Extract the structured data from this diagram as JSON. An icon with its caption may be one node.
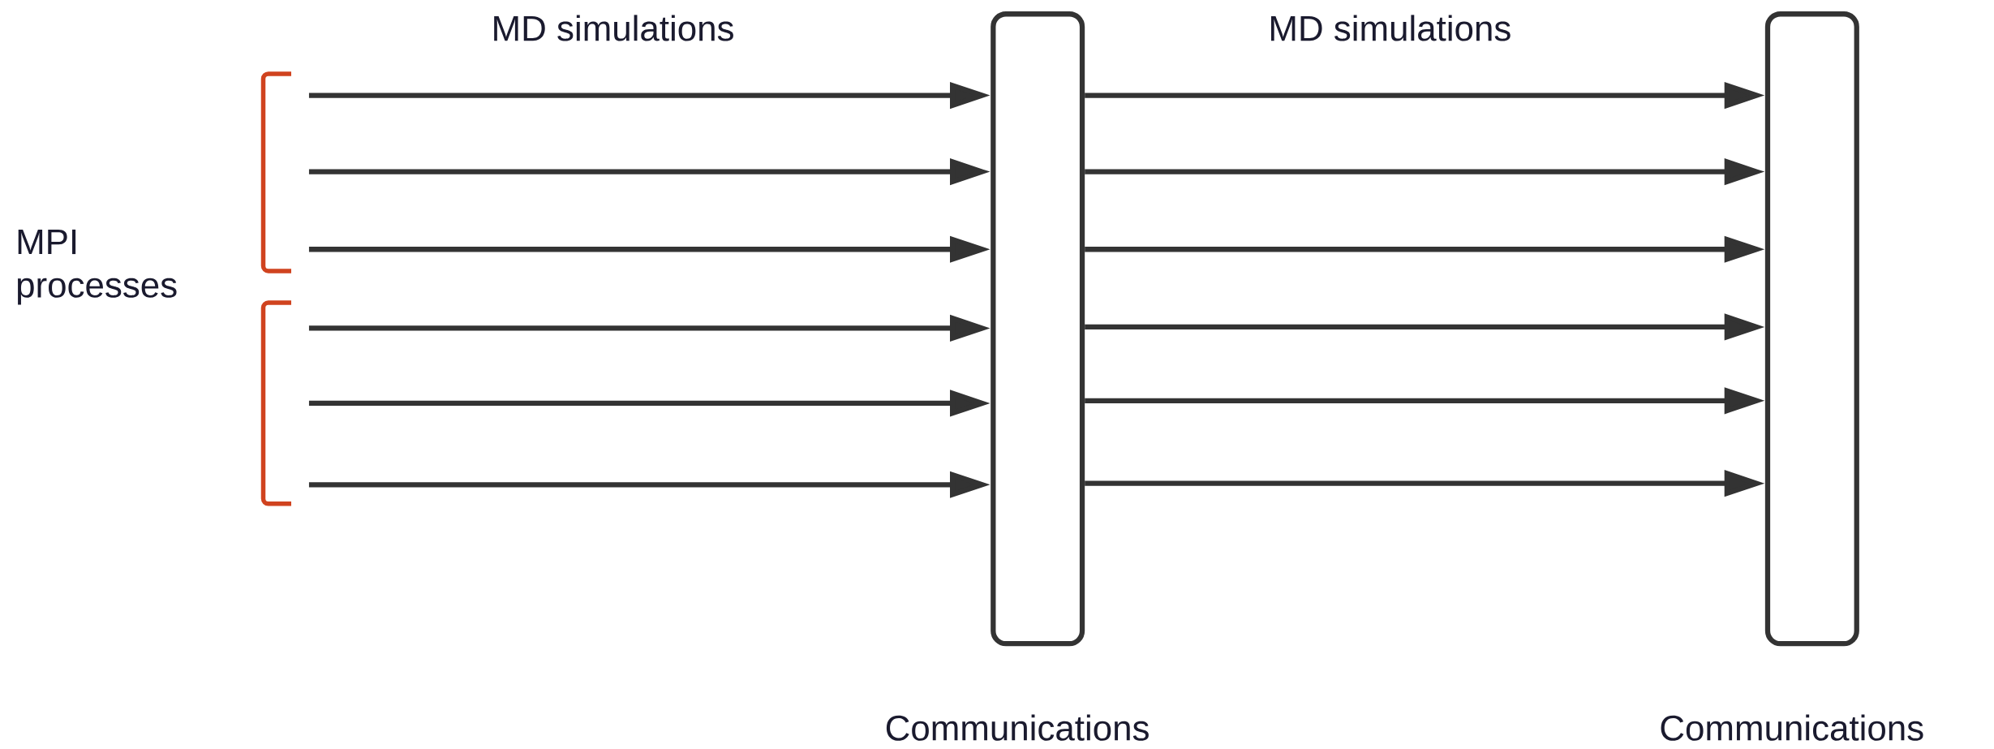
{
  "diagram": {
    "nodes": [
      {
        "text": [
          "Communications"
        ]
      },
      {
        "text": [
          "Communications"
        ]
      }
    ],
    "edges": [
      {
        "from": null,
        "to": 0,
        "arrow": "to"
      },
      {
        "from": null,
        "to": 0,
        "arrow": "to"
      },
      {
        "from": null,
        "to": 0,
        "arrow": "to"
      },
      {
        "from": null,
        "to": 0,
        "arrow": "to"
      },
      {
        "from": null,
        "to": 0,
        "arrow": "to"
      },
      {
        "from": null,
        "to": 0,
        "arrow": "to"
      },
      {
        "from": 0,
        "to": 1,
        "arrow": "to"
      },
      {
        "from": 0,
        "to": 1,
        "arrow": "to"
      },
      {
        "from": 0,
        "to": 1,
        "arrow": "to"
      },
      {
        "from": 0,
        "to": 1,
        "arrow": "to"
      },
      {
        "from": 0,
        "to": 1,
        "arrow": "to"
      },
      {
        "from": 0,
        "to": 1,
        "arrow": "to"
      }
    ],
    "labels": [
      "MD simulations",
      "MD simulations",
      "MPI processes"
    ]
  }
}
